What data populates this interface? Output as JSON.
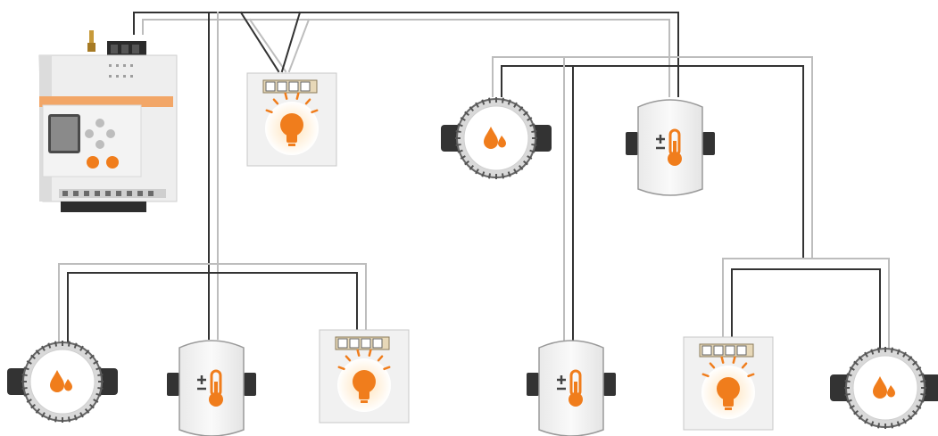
{
  "diagram": {
    "controller": {
      "icon": "controller-device-icon"
    },
    "nodes": [
      {
        "id": "light-meter-top",
        "kind": "light",
        "icon": "lightbulb-icon"
      },
      {
        "id": "water-meter-top",
        "kind": "water",
        "icon": "water-drop-icon"
      },
      {
        "id": "thermo-top",
        "kind": "temperature",
        "icon": "thermometer-icon"
      },
      {
        "id": "water-meter-bottom-left",
        "kind": "water",
        "icon": "water-drop-icon"
      },
      {
        "id": "thermo-bottom-left",
        "kind": "temperature",
        "icon": "thermometer-icon"
      },
      {
        "id": "light-meter-bottom-left",
        "kind": "light",
        "icon": "lightbulb-icon"
      },
      {
        "id": "thermo-bottom-center",
        "kind": "temperature",
        "icon": "thermometer-icon"
      },
      {
        "id": "light-meter-bottom-right",
        "kind": "light",
        "icon": "lightbulb-icon"
      },
      {
        "id": "water-meter-bottom-right",
        "kind": "water",
        "icon": "water-drop-icon"
      }
    ],
    "colors": {
      "accent": "#f07d1c",
      "wire": "#333333",
      "wire_light": "#b5b5b5",
      "device": "#f1f1f1"
    }
  }
}
